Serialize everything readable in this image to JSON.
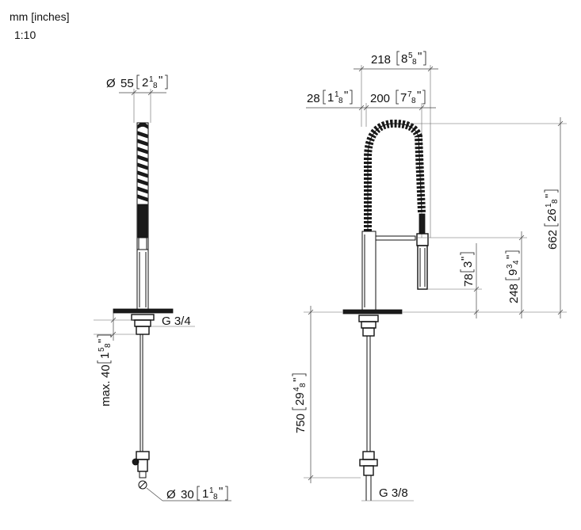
{
  "header": {
    "units": "mm [inches]",
    "scale": "1:10"
  },
  "left_view": {
    "diameter_top": {
      "symbol": "Ø",
      "mm": "55",
      "in_whole": "2",
      "in_frac_num": "1",
      "in_frac_den": "8",
      "in_mark": "\""
    },
    "thread": "G 3/4",
    "max_length": {
      "prefix": "max.",
      "mm": "40",
      "in_whole": "1",
      "in_frac_num": "5",
      "in_frac_den": "8",
      "in_mark": "\""
    },
    "diameter_bottom": {
      "symbol": "Ø",
      "mm": "30",
      "in_whole": "1",
      "in_frac_num": "1",
      "in_frac_den": "8",
      "in_mark": "\""
    }
  },
  "right_view": {
    "overall_width": {
      "mm": "218",
      "in_whole": "8",
      "in_frac_num": "5",
      "in_frac_den": "8",
      "in_mark": "\""
    },
    "column_width": {
      "mm": "28",
      "in_whole": "1",
      "in_frac_num": "1",
      "in_frac_den": "8",
      "in_mark": "\""
    },
    "spout_reach": {
      "mm": "200",
      "in_whole": "7",
      "in_frac_num": "7",
      "in_frac_den": "8",
      "in_mark": "\""
    },
    "overall_height": {
      "mm": "662",
      "in_whole": "26",
      "in_frac_num": "1",
      "in_frac_den": "8",
      "in_mark": "\""
    },
    "spray_height": {
      "mm": "78",
      "in_whole": "3",
      "in_mark": "\""
    },
    "arm_height": {
      "mm": "248",
      "in_whole": "9",
      "in_frac_num": "3",
      "in_frac_den": "4",
      "in_mark": "\""
    },
    "below_counter": {
      "mm": "750",
      "in_whole": "29",
      "in_frac_num": "4",
      "in_frac_den": "8",
      "in_mark": "\""
    },
    "thread": "G 3/8"
  }
}
